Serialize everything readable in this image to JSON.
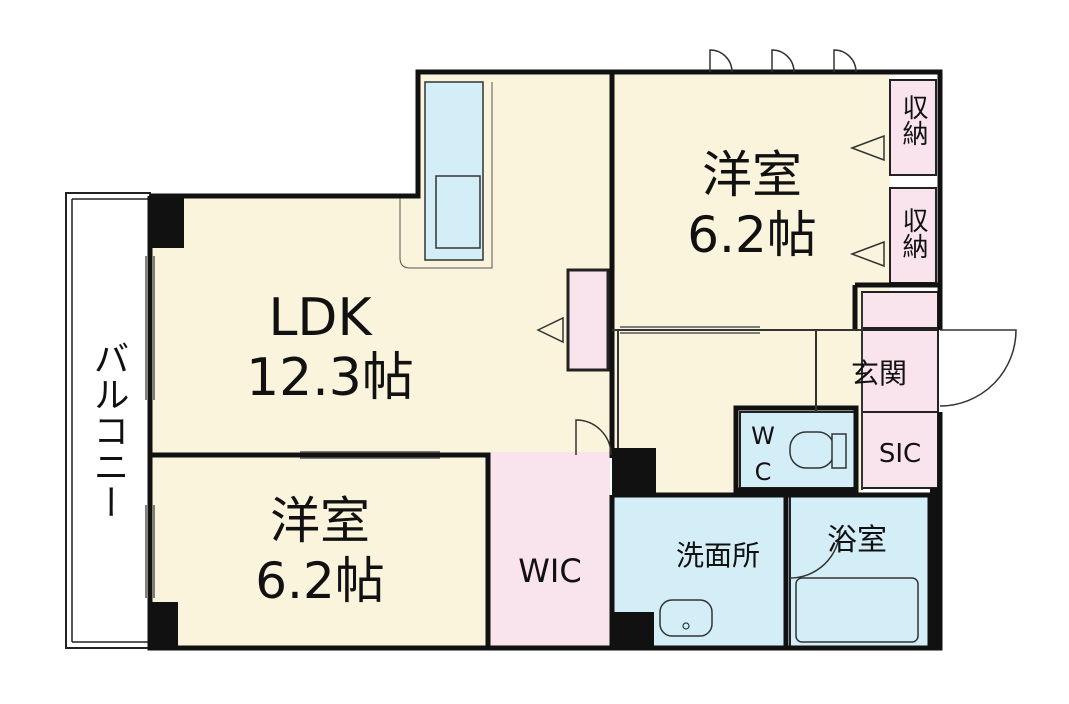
{
  "rooms": {
    "ldk": {
      "name": "LDK",
      "size": "12.3帖"
    },
    "western_north": {
      "name": "洋室",
      "size": "6.2帖"
    },
    "western_south": {
      "name": "洋室",
      "size": "6.2帖"
    },
    "storage_1": {
      "name": "収納"
    },
    "storage_2": {
      "name": "収納"
    },
    "entrance": {
      "name": "玄関"
    },
    "toilet": {
      "line1": "W",
      "line2": "C"
    },
    "sic": {
      "name": "SIC"
    },
    "washroom": {
      "name": "洗面所"
    },
    "bathroom": {
      "name": "浴室"
    },
    "wic": {
      "name": "WIC"
    },
    "balcony": {
      "name": "バルコニー"
    }
  },
  "colors": {
    "living_floor": "#fbf4dc",
    "wet_area": "#d4eef8",
    "storage": "#f9e3ec",
    "wall": "#111111",
    "balcony": "#ffffff"
  }
}
